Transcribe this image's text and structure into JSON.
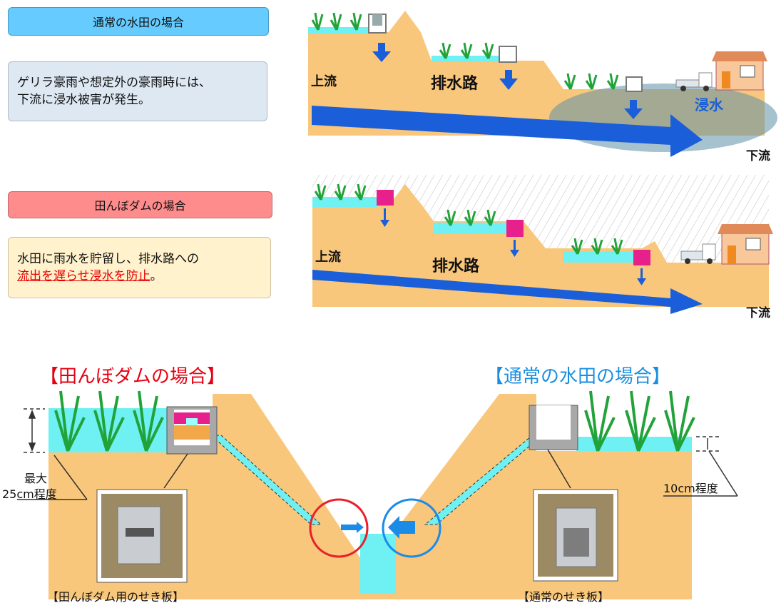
{
  "top_panel": {
    "header": "通常の水田の場合",
    "description_line1": "ゲリラ豪雨や想定外の豪雨時には、",
    "description_line2": "下流に浸水被害が発生。",
    "label_upstream": "上流",
    "label_drain": "排水路",
    "label_flood": "浸水",
    "label_downstream": "下流"
  },
  "middle_panel": {
    "header": "田んぼダムの場合",
    "description_line1": "水田に雨水を貯留し、排水路への",
    "description_highlight": "流出を遅らせ浸水を防止",
    "description_end": "。",
    "label_upstream": "上流",
    "label_drain": "排水路",
    "label_downstream": "下流"
  },
  "bottom_panel": {
    "left_title": "【田んぼダムの場合】",
    "right_title": "【通常の水田の場合】",
    "left_measure_line1": "最大",
    "left_measure_line2": "25cm程度",
    "right_measure": "10cm程度",
    "left_photo_caption": "【田んぼダム用のせき板】",
    "right_photo_caption": "【通常のせき板】"
  },
  "colors": {
    "soil": "#f9c77b",
    "water": "#6ff0f2",
    "flow_blue": "#1a5fd9",
    "dam_magenta": "#e8208c",
    "circle_red": "#e8202a",
    "circle_blue": "#1b8be8",
    "grass": "#22a33a",
    "title_red": "#e60012",
    "title_blue": "#1a8fe0"
  }
}
